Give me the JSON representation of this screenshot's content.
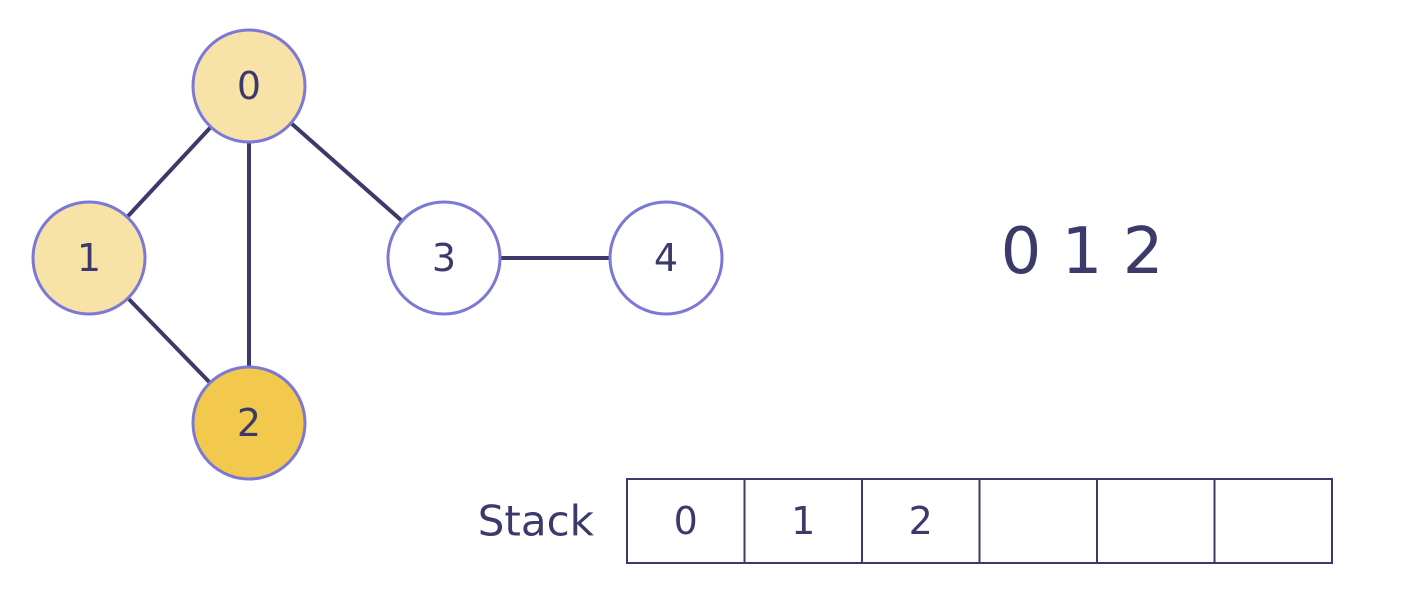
{
  "graph": {
    "nodes": [
      {
        "id": "0",
        "label": "0",
        "state": "visited"
      },
      {
        "id": "1",
        "label": "1",
        "state": "visited"
      },
      {
        "id": "2",
        "label": "2",
        "state": "current"
      },
      {
        "id": "3",
        "label": "3",
        "state": "unvisited"
      },
      {
        "id": "4",
        "label": "4",
        "state": "unvisited"
      }
    ],
    "edges": [
      [
        "0",
        "1"
      ],
      [
        "0",
        "2"
      ],
      [
        "0",
        "3"
      ],
      [
        "1",
        "2"
      ],
      [
        "3",
        "4"
      ]
    ]
  },
  "traversal": {
    "order_text": "0 1 2"
  },
  "stack": {
    "label": "Stack",
    "cells": [
      "0",
      "1",
      "2",
      "",
      "",
      ""
    ]
  },
  "colors": {
    "visited": "#f7e2a8",
    "current": "#f2c94c",
    "unvisited": "#ffffff",
    "node_stroke": "#7b78d6",
    "edge": "#3b3a6b",
    "text": "#3b3a6b"
  }
}
